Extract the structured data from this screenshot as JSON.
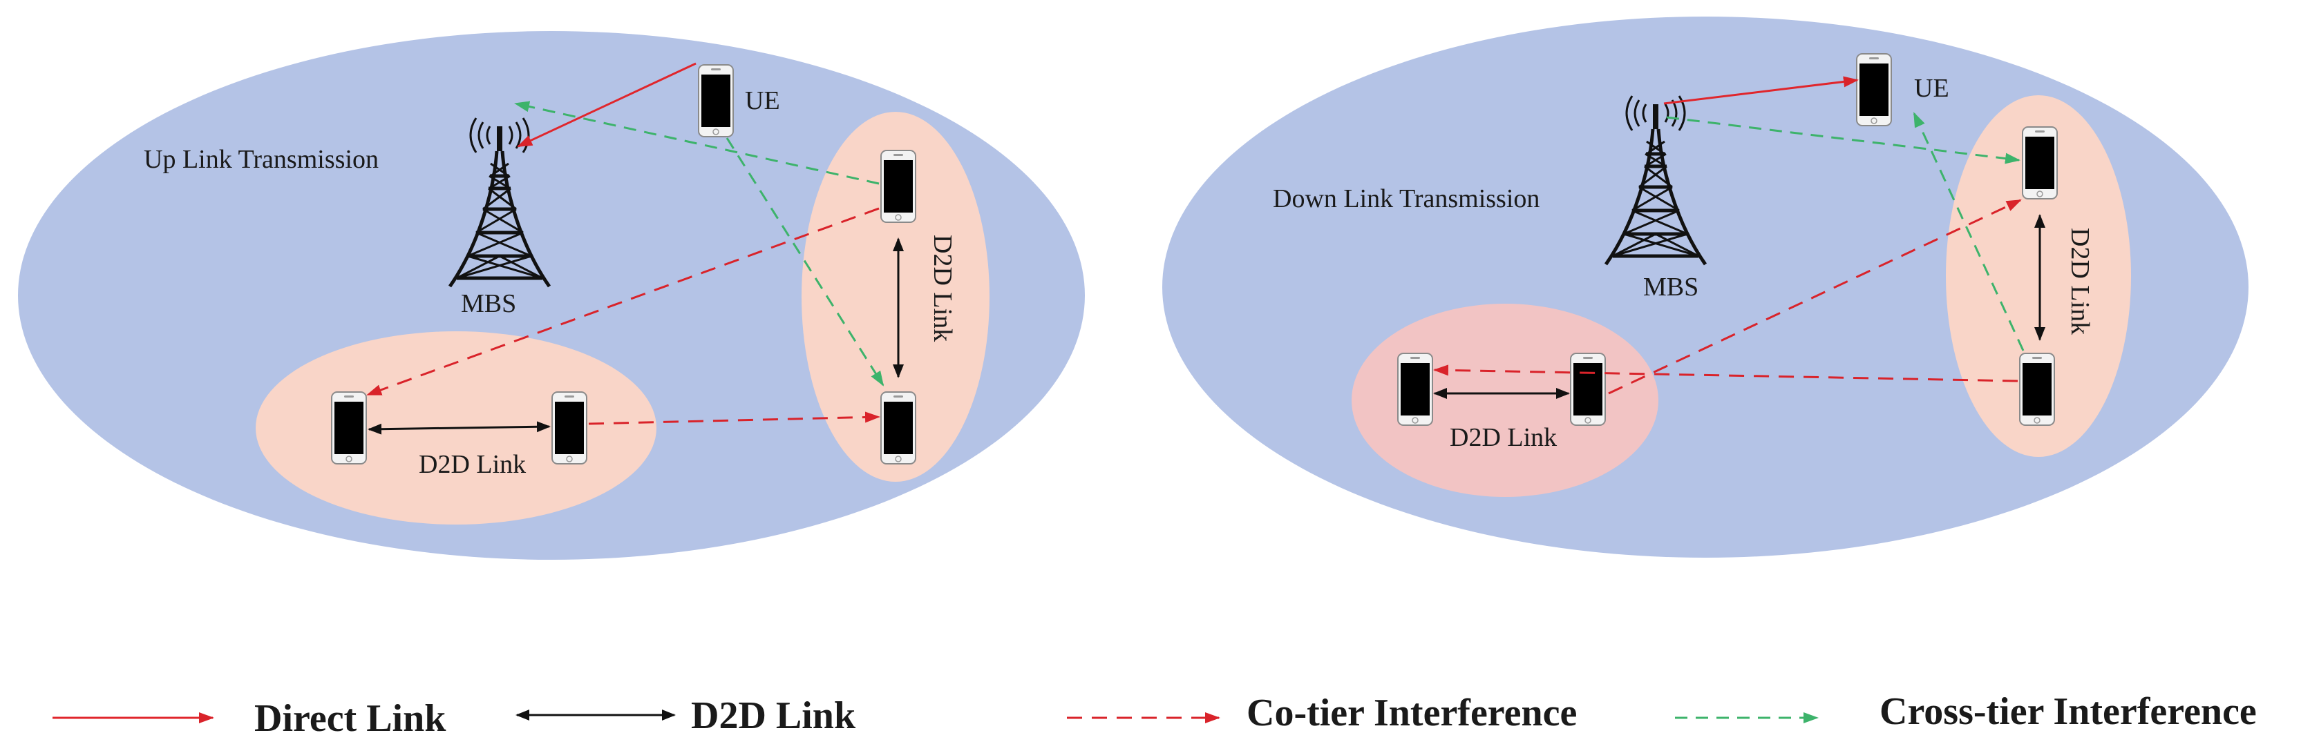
{
  "panels": {
    "uplink": {
      "title": "Up Link Transmission",
      "ue_label": "UE",
      "mbs_label": "MBS",
      "d2d_label_right": "D2D Link",
      "d2d_label_left": "D2D Link"
    },
    "downlink": {
      "title": "Down Link Transmission",
      "ue_label": "UE",
      "mbs_label": "MBS",
      "d2d_label_right": "D2D Link",
      "d2d_label_left": "D2D Link"
    }
  },
  "legend": {
    "direct": "Direct Link",
    "d2d": "D2D Link",
    "cotier": "Co-tier Interference",
    "crosstier": "Cross-tier Interference"
  },
  "colors": {
    "cell": "#b4c3e6",
    "cluster": "#f9d5c8",
    "cluster_left_down": "#f2c4c4",
    "direct": "#e0262c",
    "cotier": "#d9232a",
    "crosstier": "#3db36b",
    "d2d": "#111111"
  }
}
